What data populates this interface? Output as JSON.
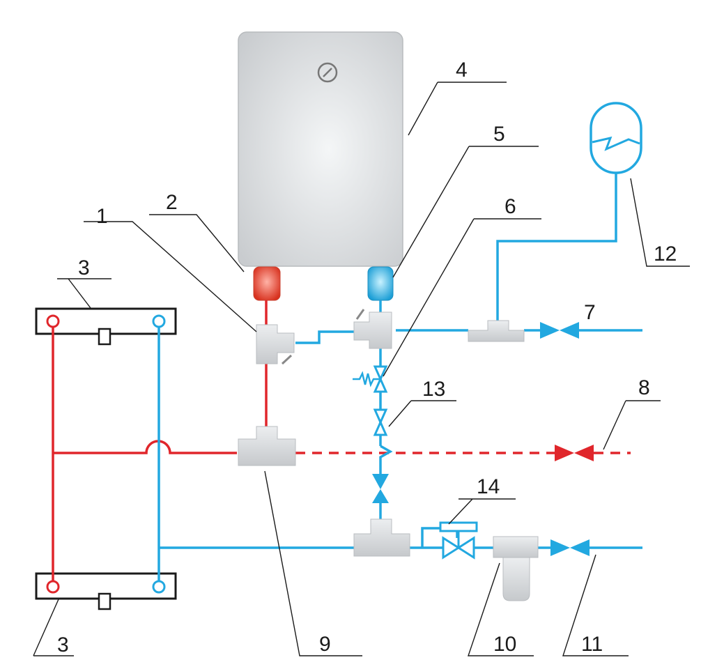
{
  "colors": {
    "hot_pipe": "#e0262b",
    "cold_pipe": "#22a8e0",
    "boiler_body": "#dfe1e3",
    "fitting": "#d6d8da"
  },
  "labels": {
    "l1": "1",
    "l2": "2",
    "l3_top": "3",
    "l3_bottom": "3",
    "l4": "4",
    "l5": "5",
    "l6": "6",
    "l7": "7",
    "l8": "8",
    "l9": "9",
    "l10": "10",
    "l11": "11",
    "l12": "12",
    "l13": "13",
    "l14": "14"
  }
}
